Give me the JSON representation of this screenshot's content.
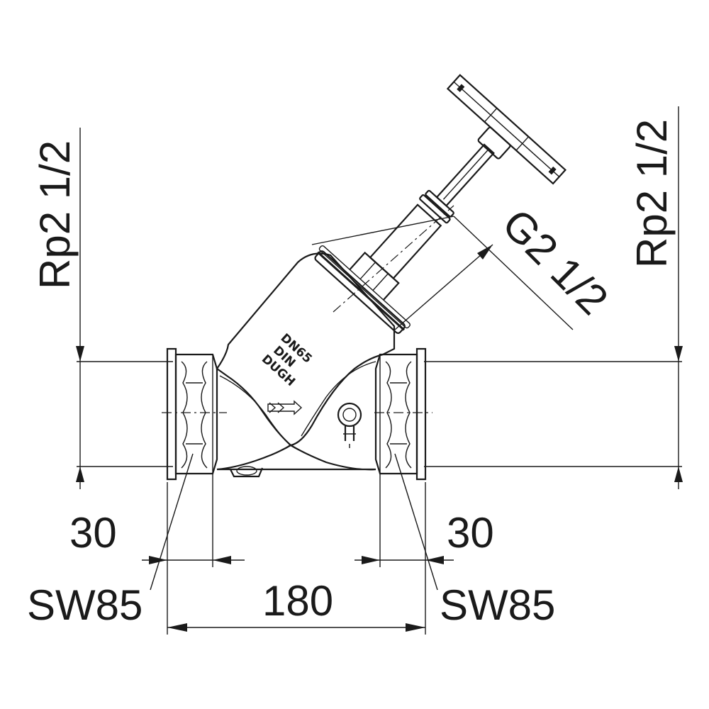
{
  "dimensions": {
    "left_thread": "Rp2 1/2",
    "right_thread": "Rp2 1/2",
    "bonnet_thread": "G2 1/2",
    "left_thread_length": "30",
    "right_thread_length": "30",
    "overall_length": "180",
    "left_wrench_size": "SW85",
    "right_wrench_size": "SW85"
  },
  "body_marking": {
    "line1": "DN65",
    "line2": "DIN",
    "line3": "DUGH"
  },
  "colors": {
    "line": "#1a1a1a",
    "background": "#ffffff"
  }
}
